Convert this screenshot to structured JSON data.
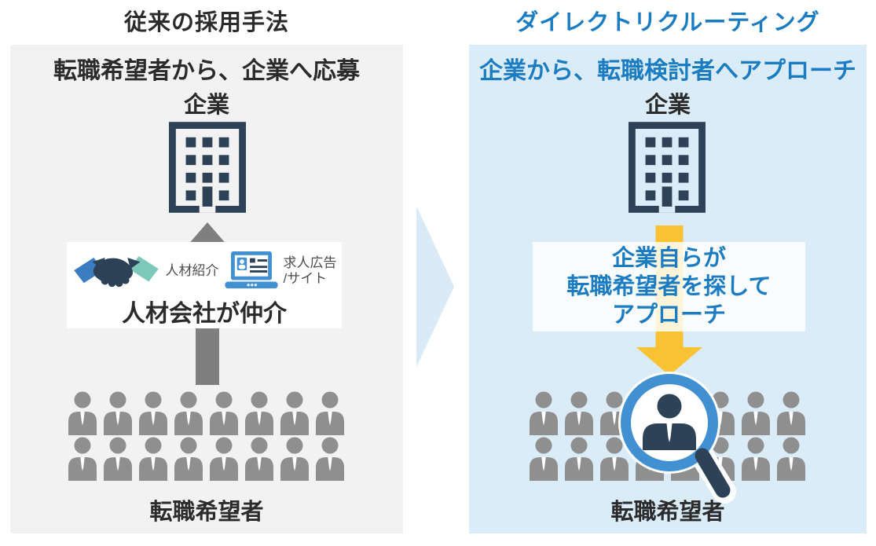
{
  "colors": {
    "text_dark": "#2b2b2b",
    "blue": "#1c7cc1",
    "navy": "#2d4257",
    "panel_left_bg": "#f2f2f2",
    "panel_right_bg": "#daecf8",
    "person_gray": "#8f8f8f",
    "arrow_gray": "#7f7f7f",
    "yellow": "#f9c233",
    "mid_arrow_blue": "#daeaf7",
    "sleeve_blue": "#3c7dc1",
    "sleeve_teal": "#7cc9ba",
    "laptop_blue": "#4090d2"
  },
  "left": {
    "title": "従来の採用手法",
    "subtitle": "転職希望者から、企業へ応募",
    "company_label": "企業",
    "mediator_box": {
      "handshake_label": "人材紹介",
      "job_ad_label_line1": "求人広告",
      "job_ad_label_line2": "/サイト",
      "caption": "人材会社が仲介"
    },
    "people": {
      "rows": 2,
      "cols": 8
    },
    "people_label": "転職希望者"
  },
  "right": {
    "title": "ダイレクトリクルーティング",
    "subtitle": "企業から、転職検討者へアプローチ",
    "company_label": "企業",
    "approach_box": {
      "line1": "企業自らが",
      "line2": "転職希望者を探して",
      "line3": "アプローチ"
    },
    "people": {
      "rows": 2,
      "cols": 8
    },
    "people_label": "転職希望者"
  }
}
